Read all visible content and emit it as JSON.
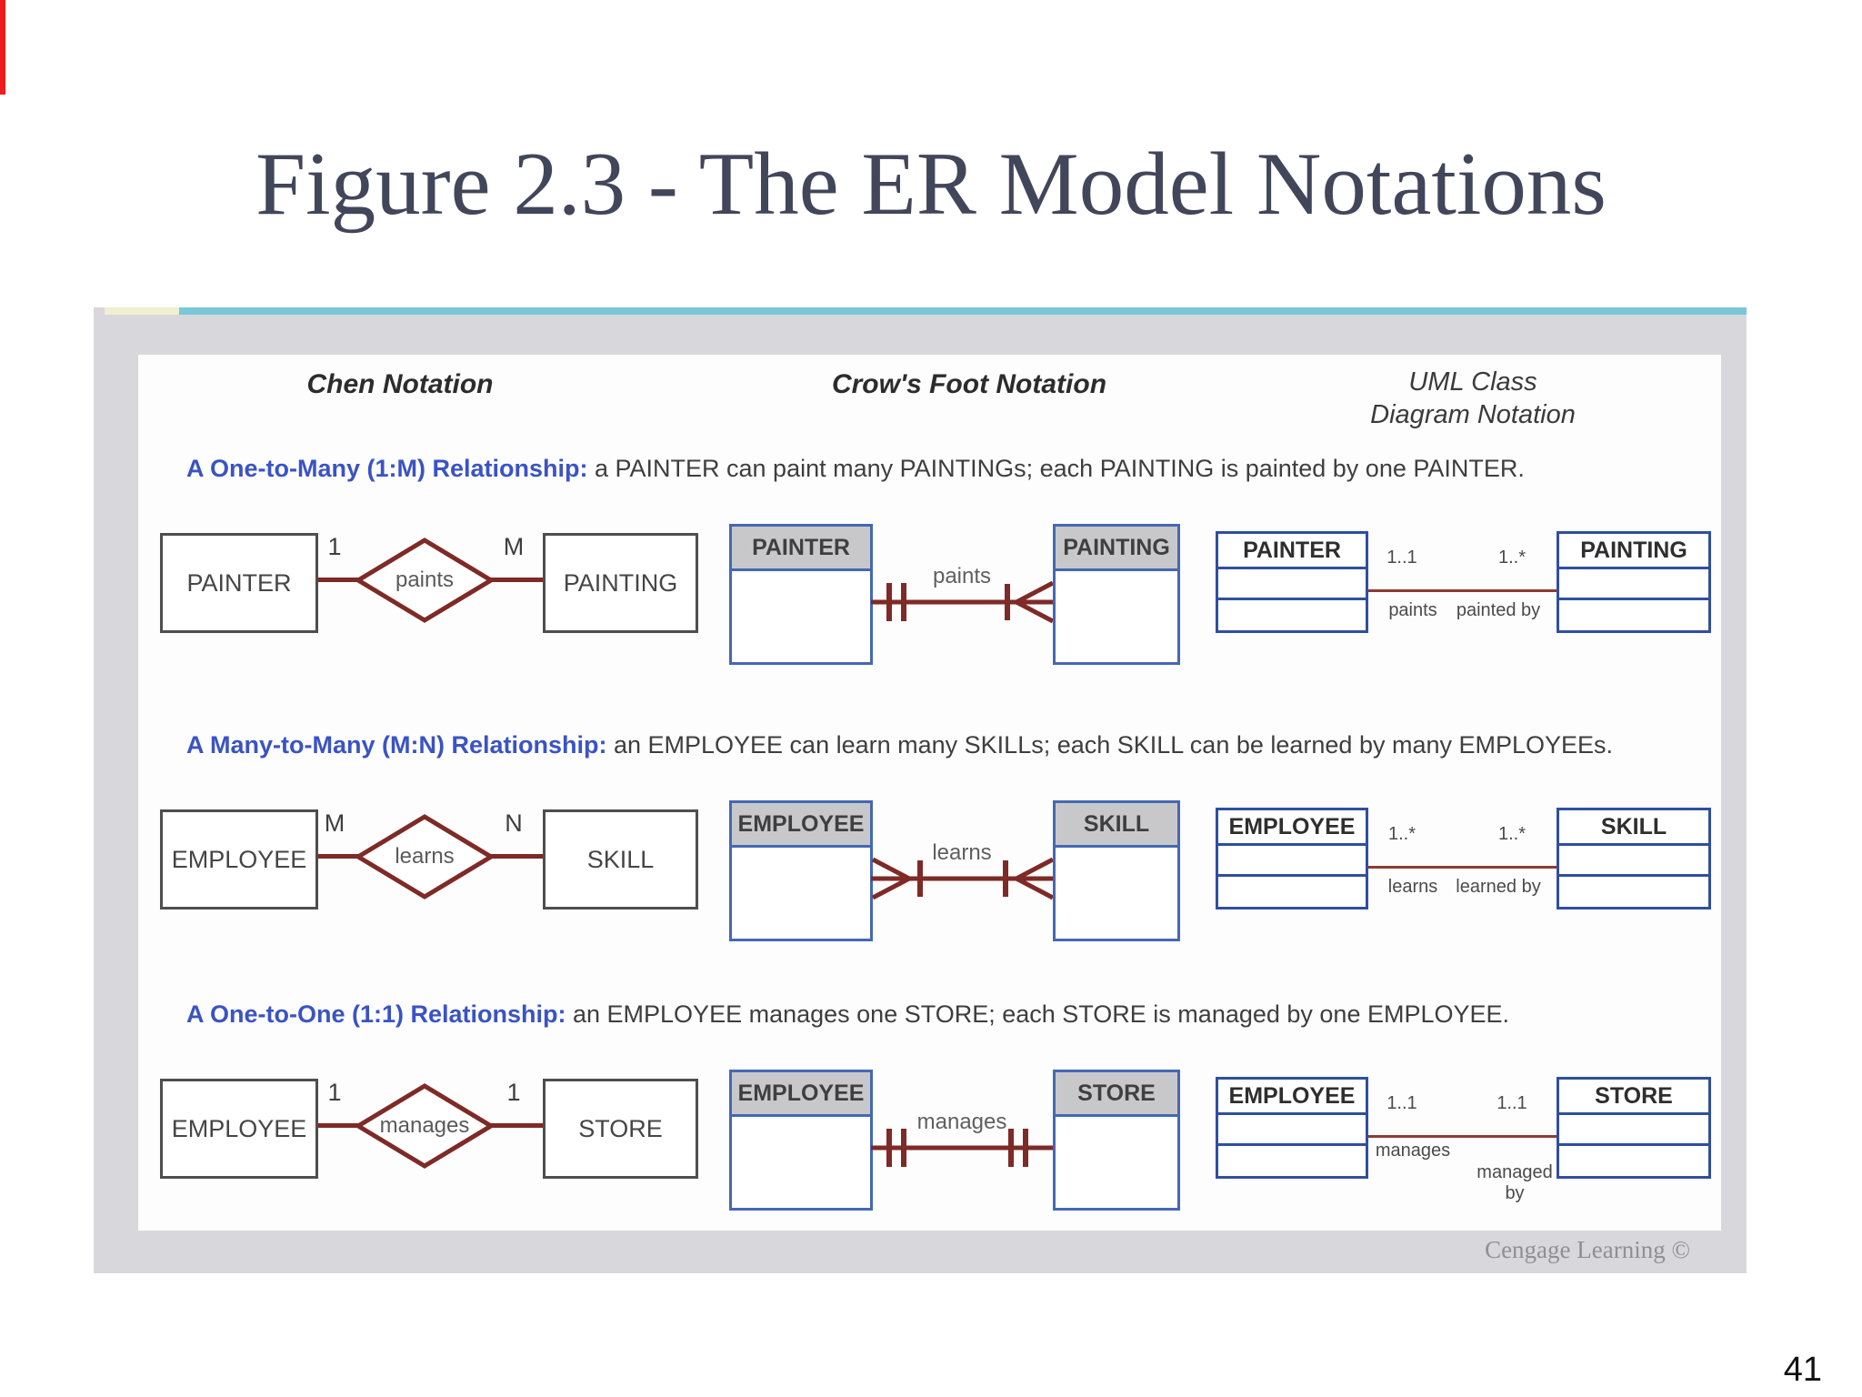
{
  "title": "Figure 2.3 - The ER Model Notations",
  "page_number": "41",
  "figure": {
    "credit": "Cengage Learning ©",
    "column_headers": {
      "chen": "Chen Notation",
      "crows_foot": "Crow's Foot Notation",
      "uml_line1": "UML Class",
      "uml_line2": "Diagram Notation"
    },
    "sections": [
      {
        "heading_lead": "A One-to-Many (1:M) Relationship:",
        "heading_rest": " a PAINTER can paint many PAINTINGs; each PAINTING is painted by one PAINTER.",
        "chen": {
          "entity1": "PAINTER",
          "cardinality1": "1",
          "relationship": "paints",
          "cardinality2": "M",
          "entity2": "PAINTING"
        },
        "crows_foot": {
          "entity1": "PAINTER",
          "relationship": "paints",
          "entity2": "PAINTING",
          "left_symbol": "one-and-only-one",
          "right_symbol": "many"
        },
        "uml": {
          "class1": "PAINTER",
          "multiplicity1": "1..1",
          "multiplicity2": "1..*",
          "verb1": "paints",
          "verb2": "painted by",
          "class2": "PAINTING"
        }
      },
      {
        "heading_lead": "A Many-to-Many (M:N) Relationship:",
        "heading_rest": " an EMPLOYEE can learn many SKILLs; each SKILL can be learned by many EMPLOYEEs.",
        "chen": {
          "entity1": "EMPLOYEE",
          "cardinality1": "M",
          "relationship": "learns",
          "cardinality2": "N",
          "entity2": "SKILL"
        },
        "crows_foot": {
          "entity1": "EMPLOYEE",
          "relationship": "learns",
          "entity2": "SKILL",
          "left_symbol": "many",
          "right_symbol": "many"
        },
        "uml": {
          "class1": "EMPLOYEE",
          "multiplicity1": "1..*",
          "multiplicity2": "1..*",
          "verb1": "learns",
          "verb2": "learned by",
          "class2": "SKILL"
        }
      },
      {
        "heading_lead": "A One-to-One (1:1) Relationship:",
        "heading_rest": " an EMPLOYEE manages one STORE; each STORE is managed by one EMPLOYEE.",
        "chen": {
          "entity1": "EMPLOYEE",
          "cardinality1": "1",
          "relationship": "manages",
          "cardinality2": "1",
          "entity2": "STORE"
        },
        "crows_foot": {
          "entity1": "EMPLOYEE",
          "relationship": "manages",
          "entity2": "STORE",
          "left_symbol": "one-and-only-one",
          "right_symbol": "one-and-only-one"
        },
        "uml": {
          "class1": "EMPLOYEE",
          "multiplicity1": "1..1",
          "multiplicity2": "1..1",
          "verb1": "manages",
          "verb2": "managed by",
          "class2": "STORE"
        }
      }
    ]
  },
  "colors": {
    "accent_red": "#ee1c1c",
    "accent_teal": "#79c7d9",
    "heading_blue": "#3a53c4",
    "relationship_maroon": "#7e2a26",
    "crows_foot_border_blue": "#4468b4",
    "uml_border_blue": "#2f4f9f"
  }
}
